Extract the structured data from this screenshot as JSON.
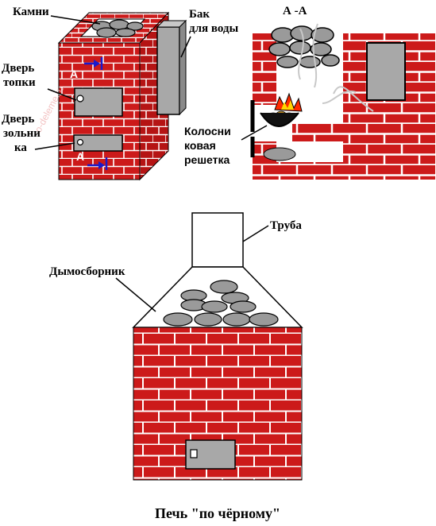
{
  "labels": {
    "stones": "Камни",
    "water_tank_1": "Бак",
    "water_tank_2": "для воды",
    "section": "А -А",
    "firebox_door_1": "Дверь",
    "firebox_door_2": "топки",
    "ash_door_1": "Дверь",
    "ash_door_2": "зольни",
    "ash_door_3": "ка",
    "grate_1": "Колосни",
    "grate_2": "ковая",
    "grate_3": "решетка",
    "pipe": "Труба",
    "smoke_hood": "Дымосборник",
    "section_mark_top": "А",
    "section_mark_bottom": "А",
    "watermark": "o-deleme.ru",
    "caption": "Печь \"по чёрному\""
  },
  "colors": {
    "brick": "#cc1a1a",
    "mortar": "#ffffff",
    "stone": "#9a9a9a",
    "door": "#a8a8a8",
    "arrow": "#1a1acc",
    "fire_red": "#ff2a00",
    "fire_yellow": "#ffd700"
  }
}
